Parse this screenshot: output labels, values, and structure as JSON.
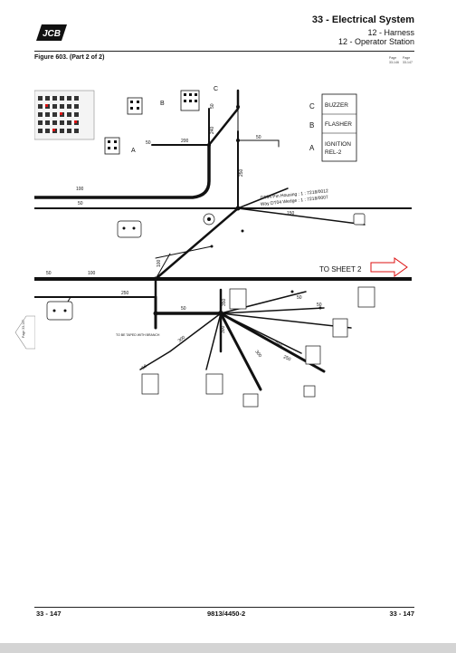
{
  "header": {
    "brand": "JCB",
    "title": "33 - Electrical System",
    "subtitle1": "12 - Harness",
    "subtitle2": "12 - Operator Station"
  },
  "figure": {
    "caption": "Figure 603. (Part 2 of 2)",
    "page_ref": {
      "left_label": "Page",
      "left_value": "33-146",
      "right_label": "Page",
      "right_value": "33-147"
    }
  },
  "side_tab": {
    "text": "Page 33-147"
  },
  "diagram": {
    "relays": [
      {
        "letter": "C",
        "label_line1": "BUZZER",
        "label_line2": ""
      },
      {
        "letter": "B",
        "label_line1": "FLASHER",
        "label_line2": ""
      },
      {
        "letter": "A",
        "label_line1": "IGNITION",
        "label_line2": "REL-2"
      }
    ],
    "connector_letters": {
      "a": "A",
      "b": "B",
      "c": "C"
    },
    "to_sheet": "TO SHEET 2",
    "housing_line1": "DT04 Pin Housing : 1 : 7218/0012",
    "housing_line2": "Way DT04 Wedge : 1 : 7218/0007",
    "to_be_taped": "TO BE TAPED WITH BRANCH",
    "lengths": {
      "l50a": "50",
      "l200": "200",
      "l240": "240",
      "l50b": "50",
      "l100a": "100",
      "l50c": "50",
      "l250a": "250",
      "l50d": "50",
      "l150": "150",
      "l100b": "100",
      "l50e": "50",
      "l100c": "100",
      "l250b": "250",
      "l50f": "50",
      "l300a": "300",
      "l300b": "300",
      "l300c": "300",
      "l300d": "300",
      "l50g": "50",
      "l50h": "50",
      "l50i": "50",
      "l350": "350",
      "l250c": "250"
    }
  },
  "footer": {
    "left": "33 - 147",
    "center": "9813/4450-2",
    "right": "33 - 147"
  }
}
